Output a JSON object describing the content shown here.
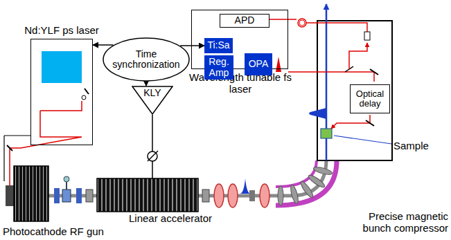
{
  "diagram": {
    "nodes": [
      {
        "text": [
          "Nd:YLF ps laser"
        ]
      },
      {
        "text": [
          "Time synchronization"
        ]
      },
      {
        "text": [
          "KLY"
        ]
      },
      {
        "text": [
          "Wavelength tunable fs laser"
        ]
      },
      {
        "text": [
          "APD"
        ],
        "in": 3
      },
      {
        "text": [
          "Ti:Sa"
        ],
        "in": 3
      },
      {
        "text": [
          "Reg. Amp"
        ],
        "in": 3
      },
      {
        "text": [
          "OPA"
        ],
        "in": 3
      },
      {
        "text": [
          "Optical delay"
        ]
      }
    ],
    "edges": [
      {
        "from": 1,
        "to": 0,
        "arrow": "to"
      },
      {
        "from": 1,
        "to": 5,
        "arrow": "to"
      },
      {
        "from": 1,
        "to": 2,
        "arrow": "to"
      }
    ],
    "labels": [
      "Sample",
      "Precise magnetic bunch compressor",
      "Linear accelerator",
      "Photocathode RF gun"
    ]
  }
}
